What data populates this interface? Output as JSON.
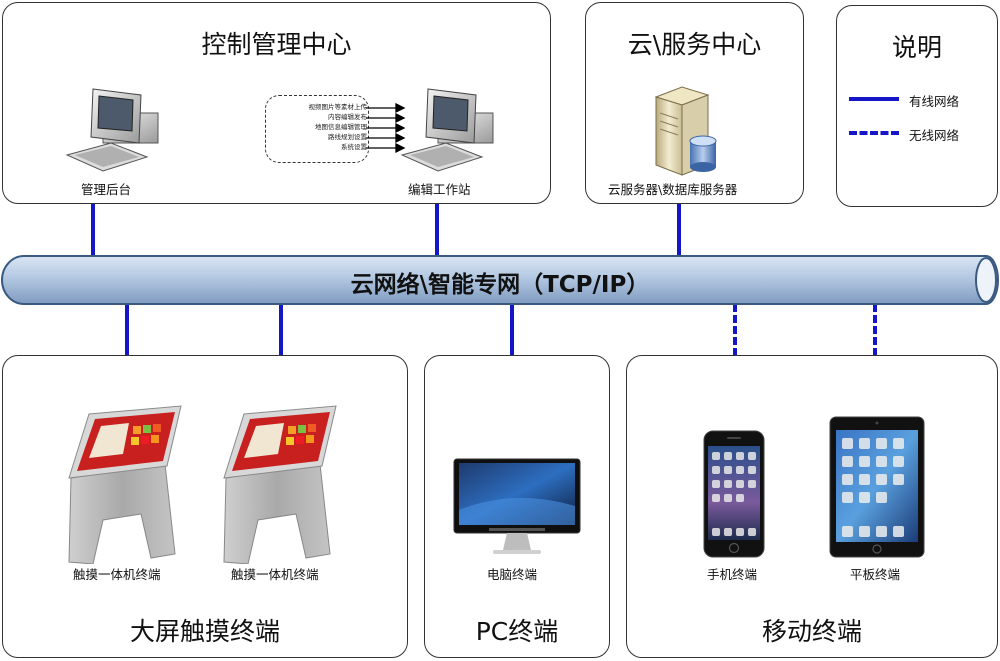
{
  "control": {
    "title": "控制管理中心",
    "admin_label": "管理后台",
    "editor_label": "编辑工作站",
    "tasks": [
      "视频图片等素材上传",
      "内容编辑发布",
      "地图信息编辑管理",
      "路线规划设置",
      "系统设置"
    ]
  },
  "cloud": {
    "title": "云\\服务中心",
    "server_label": "云服务器\\数据库服务器"
  },
  "legend": {
    "title": "说明",
    "wired": "有线网络",
    "wireless": "无线网络"
  },
  "network": {
    "label": "云网络\\智能专网（TCP/IP）"
  },
  "touch": {
    "title": "大屏触摸终端",
    "kiosk1": "触摸一体机终端",
    "kiosk2": "触摸一体机终端"
  },
  "pc": {
    "title": "PC终端",
    "monitor": "电脑终端"
  },
  "mobile": {
    "title": "移动终端",
    "phone": "手机终端",
    "tablet": "平板终端"
  },
  "colors": {
    "line": "#1416c8",
    "pipe_fill": "#b9cde6",
    "pipe_stroke": "#3a5a82"
  }
}
